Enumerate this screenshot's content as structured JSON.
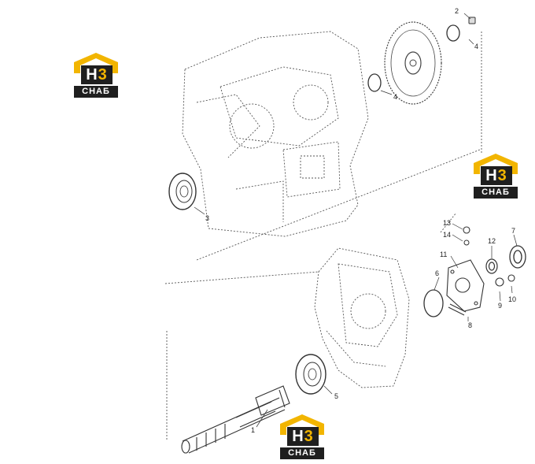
{
  "watermark": {
    "mark_left": "H",
    "mark_right": "3",
    "plate_text": "СНАБ",
    "colors": {
      "accent": "#f2b500",
      "dark": "#1f1f1f"
    }
  },
  "callouts": [
    "1",
    "2",
    "3",
    "4",
    "4",
    "5",
    "6",
    "7",
    "8",
    "9",
    "10",
    "11",
    "12",
    "13",
    "14"
  ]
}
